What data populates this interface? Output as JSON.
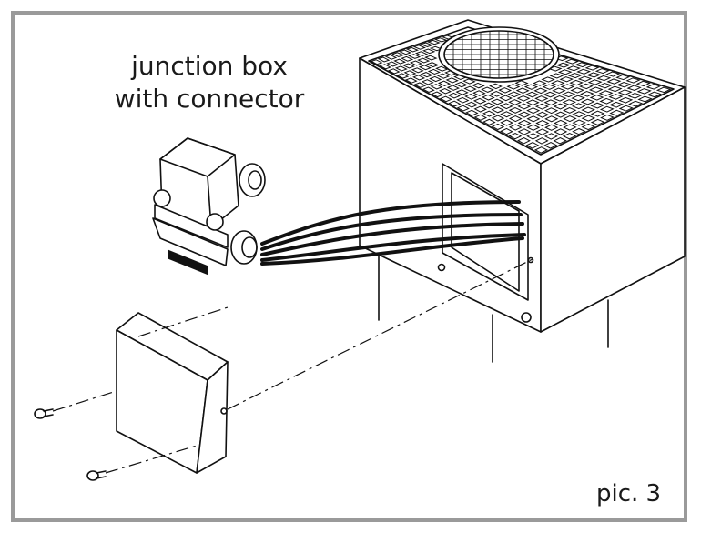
{
  "caption": {
    "line1": "junction box",
    "line2": "with connector"
  },
  "figure_label": "pic. 3",
  "colors": {
    "frame": "#9a9a9a",
    "ink": "#111111",
    "background": "#ffffff"
  }
}
